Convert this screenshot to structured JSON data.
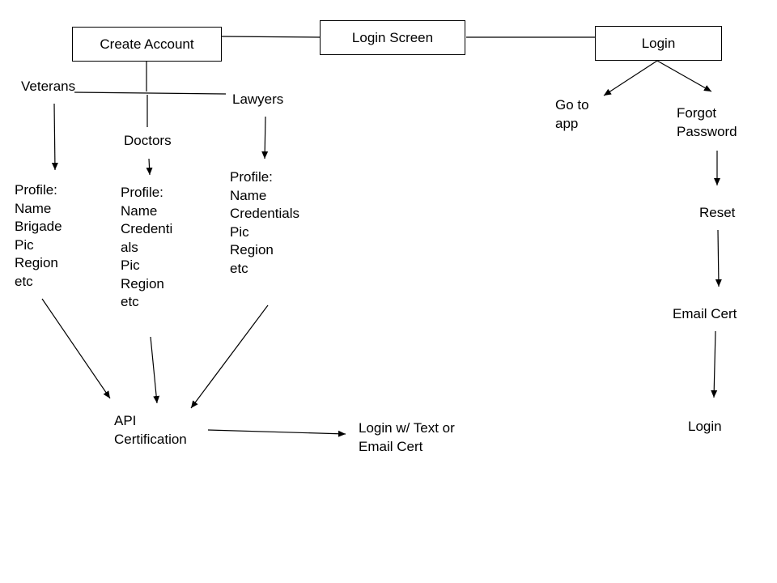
{
  "nodes": {
    "create_account": "Create Account",
    "login_screen": "Login Screen",
    "login_box": "Login",
    "veterans": "Veterans",
    "doctors": "Doctors",
    "lawyers": "Lawyers",
    "go_to_app": "Go to\napp",
    "forgot_password": "Forgot\nPassword",
    "reset": "Reset",
    "email_cert": "Email Cert",
    "login_final": "Login",
    "veteran_profile": "Profile:\nName\nBrigade\nPic\nRegion\netc",
    "doctor_profile": "Profile:\nName\nCredenti\nals\nPic\nRegion\netc",
    "lawyer_profile": "Profile:\nName\nCredentials\nPic\nRegion\netc",
    "api_certification": "API\nCertification",
    "login_text_email": "Login w/ Text or\nEmail Cert"
  },
  "style": {
    "stroke": "#000000",
    "background": "#ffffff"
  }
}
